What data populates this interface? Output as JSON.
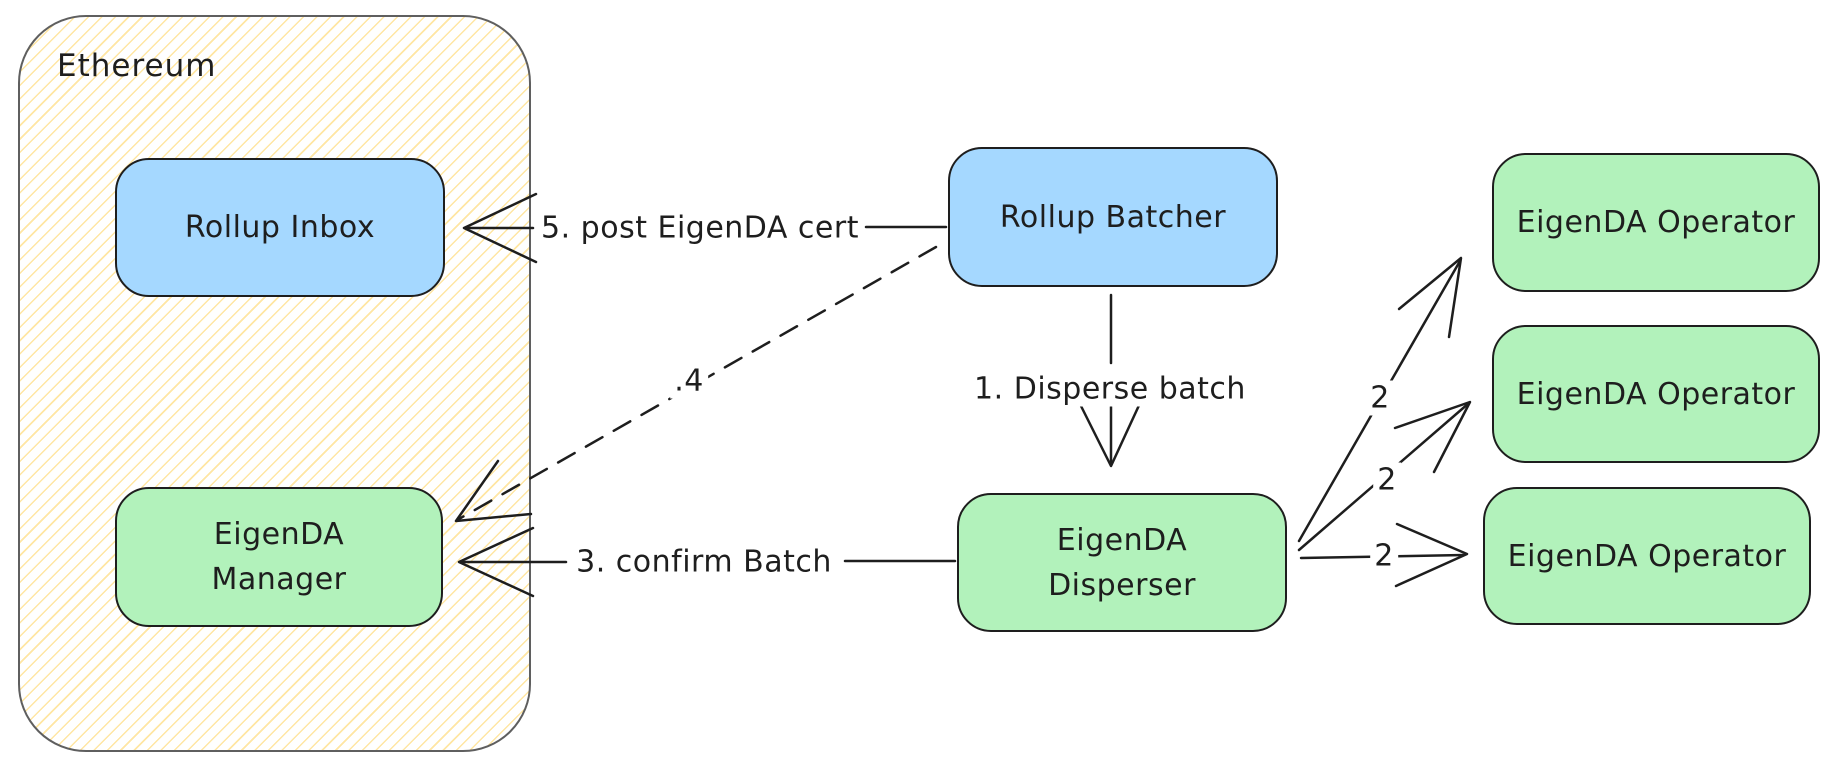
{
  "theme": {
    "canvas-bg": "#ffffff",
    "node-blue": "#a5d8ff",
    "node-green": "#b2f2bb",
    "stroke-dark": "#1e1e1e",
    "container-stroke": "#5f5f5f",
    "hatch-yellow": "#ffe6a3",
    "text-color": "#1e1e1e"
  },
  "container": {
    "label": "Ethereum"
  },
  "nodes": {
    "rollup_inbox": {
      "label": "Rollup Inbox",
      "fill": "blue"
    },
    "eigenda_manager": {
      "label": "EigenDA\nManager",
      "fill": "green"
    },
    "rollup_batcher": {
      "label": "Rollup Batcher",
      "fill": "blue"
    },
    "eigenda_disperser": {
      "label": "EigenDA\nDisperser",
      "fill": "green"
    },
    "operator_1": {
      "label": "EigenDA Operator",
      "fill": "green"
    },
    "operator_2": {
      "label": "EigenDA Operator",
      "fill": "green"
    },
    "operator_3": {
      "label": "EigenDA Operator",
      "fill": "green"
    }
  },
  "edges": {
    "disperse_batch": {
      "label": "1. Disperse batch",
      "style": "solid",
      "from": "rollup_batcher",
      "to": "eigenda_disperser"
    },
    "to_operator_1": {
      "label": "2",
      "style": "solid",
      "from": "eigenda_disperser",
      "to": "operator_1"
    },
    "to_operator_2": {
      "label": "2",
      "style": "solid",
      "from": "eigenda_disperser",
      "to": "operator_2"
    },
    "to_operator_3": {
      "label": "2",
      "style": "solid",
      "from": "eigenda_disperser",
      "to": "operator_3"
    },
    "confirm_batch": {
      "label": "3. confirm Batch",
      "style": "solid",
      "from": "eigenda_disperser",
      "to": "eigenda_manager"
    },
    "step4_dashed": {
      "label": ".4",
      "style": "dashed",
      "from": "rollup_batcher",
      "to": "eigenda_manager"
    },
    "post_cert": {
      "label": "5. post EigenDA cert",
      "style": "solid",
      "from": "rollup_batcher",
      "to": "rollup_inbox"
    }
  }
}
